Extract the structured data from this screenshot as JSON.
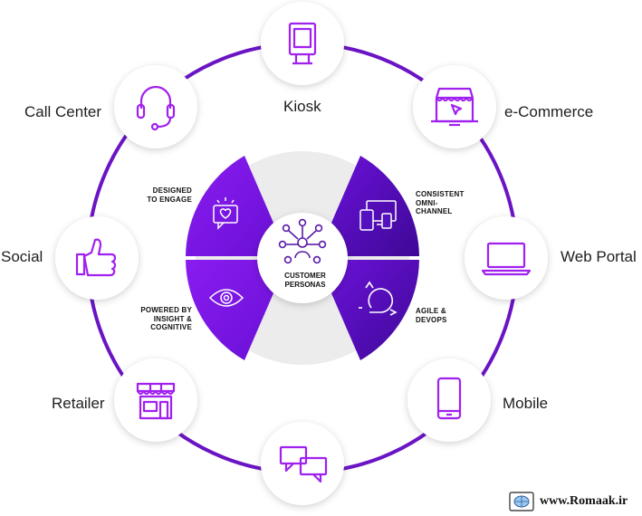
{
  "center": {
    "title": "CUSTOMER\nPERSONAS",
    "icon": "network-person-icon"
  },
  "quadrants": [
    {
      "id": "designed",
      "label": "DESIGNED\nTO ENGAGE",
      "icon": "heart-chat-icon"
    },
    {
      "id": "consistent",
      "label": "CONSISTENT\nOMNI-\nCHANNEL",
      "icon": "multi-device-icon"
    },
    {
      "id": "powered",
      "label": "POWERED BY\nINSIGHT &\nCOGNITIVE",
      "icon": "eye-icon"
    },
    {
      "id": "agile",
      "label": "AGILE &\nDEVOPS",
      "icon": "cycle-arrow-icon"
    }
  ],
  "channels": [
    {
      "id": "kiosk",
      "label": "Kiosk",
      "icon": "kiosk-icon"
    },
    {
      "id": "ecommerce",
      "label": "e-Commerce",
      "icon": "shop-laptop-icon"
    },
    {
      "id": "webportal",
      "label": "Web Portal",
      "icon": "laptop-icon"
    },
    {
      "id": "mobile",
      "label": "Mobile",
      "icon": "smartphone-icon"
    },
    {
      "id": "chat",
      "label": "",
      "icon": "chat-bubbles-icon"
    },
    {
      "id": "retailer",
      "label": "Retailer",
      "icon": "storefront-icon"
    },
    {
      "id": "social",
      "label": "Social",
      "icon": "thumbs-up-icon"
    },
    {
      "id": "callcenter",
      "label": "Call Center",
      "icon": "headset-icon"
    }
  ],
  "watermark": {
    "text": "www.Romaak.ir",
    "icon": "site-logo-icon"
  },
  "colors": {
    "accent": "#7a12e0",
    "accent_dark": "#4c0aa0",
    "ring": "#6a14c4",
    "icon": "#a020f0",
    "disc": "#eeeeee"
  }
}
